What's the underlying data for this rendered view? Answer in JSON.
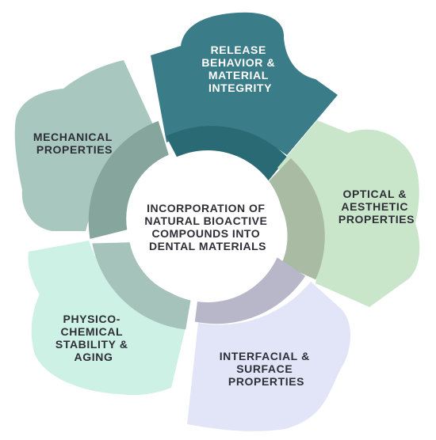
{
  "center": {
    "lines": [
      "INCORPORATION OF",
      "NATURAL BIOACTIVE",
      "COMPOUNDS INTO",
      "DENTAL MATERIALS"
    ],
    "text_color": "#2e2e36",
    "fill": "#ffffff"
  },
  "petals": [
    {
      "id": "release",
      "lines": [
        "RELEASE",
        "BEHAVIOR &",
        "MATERIAL",
        "INTEGRITY"
      ],
      "fill": "#3a7c88",
      "ring": "#2a6a74",
      "text_color": "#ffffff"
    },
    {
      "id": "optical",
      "lines": [
        "OPTICAL &",
        "AESTHETIC",
        "PROPERTIES"
      ],
      "fill": "#c9e6cb",
      "ring": "#a9bba3",
      "text_color": "#2e2e36"
    },
    {
      "id": "interfacial",
      "lines": [
        "INTERFACIAL &",
        "SURFACE",
        "PROPERTIES"
      ],
      "fill": "#e2e4f8",
      "ring": "#b8b7c9",
      "text_color": "#2e2e36"
    },
    {
      "id": "physico",
      "lines": [
        "PHYSICO-",
        "CHEMICAL",
        "STABILITY &",
        "AGING"
      ],
      "fill": "#cdf1e5",
      "ring": "#a5c2bb",
      "text_color": "#2e2e36"
    },
    {
      "id": "mechanical",
      "lines": [
        "MECHANICAL",
        "PROPERTIES"
      ],
      "fill": "#a8c7bf",
      "ring": "#86a59c",
      "text_color": "#2e2e36"
    }
  ]
}
